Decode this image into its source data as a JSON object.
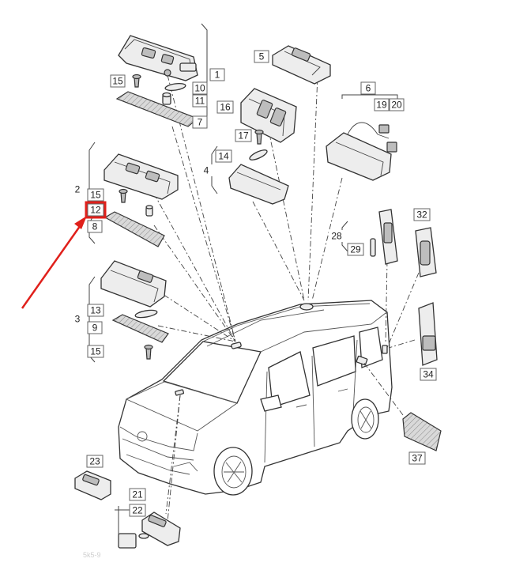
{
  "diagram": {
    "labels": [
      "1",
      "2",
      "3",
      "4",
      "5",
      "6",
      "7",
      "8",
      "9",
      "10",
      "11",
      "12",
      "13",
      "14",
      "15",
      "15",
      "15",
      "16",
      "17",
      "19",
      "20",
      "21",
      "22",
      "23",
      "28",
      "29",
      "32",
      "34",
      "37"
    ],
    "highlighted_label": "12",
    "watermark": "5k5-9"
  }
}
